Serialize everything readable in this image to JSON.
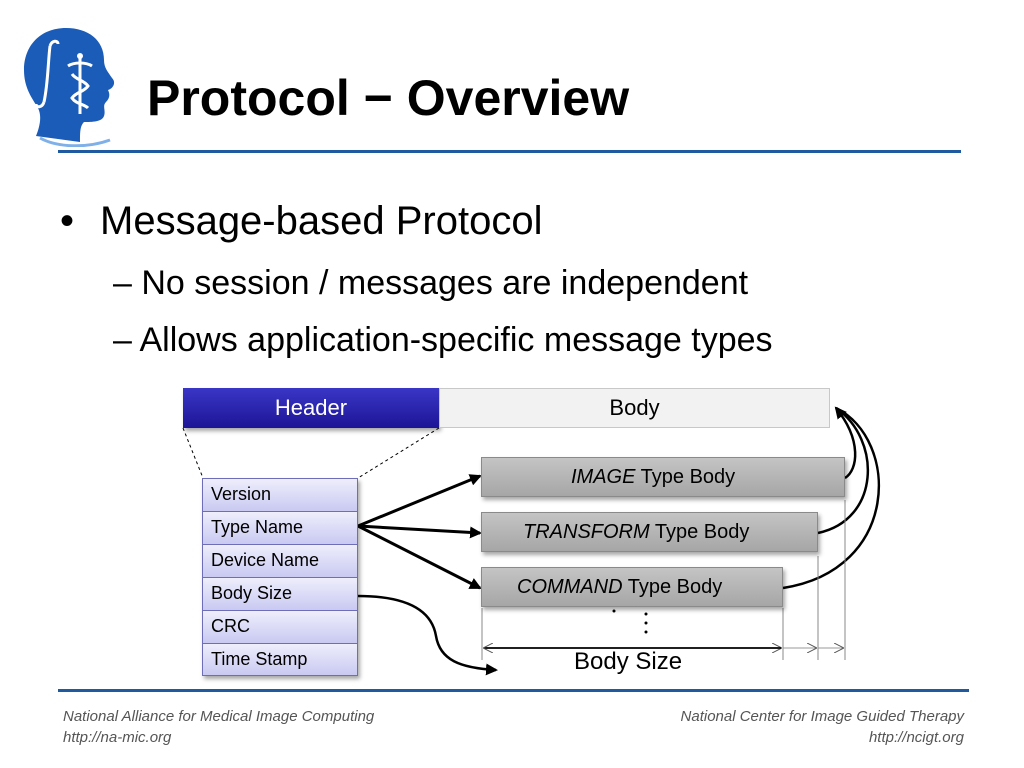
{
  "slide": {
    "title": "Protocol − Overview",
    "bullets": {
      "main": "Message-based Protocol",
      "sub1": "– No session / messages are independent",
      "sub2": "– Allows application-specific message types"
    }
  },
  "diagram": {
    "header_label": "Header",
    "body_label": "Body",
    "header_fields": [
      "Version",
      "Type Name",
      "Device Name",
      "Body Size",
      "CRC",
      "Time Stamp"
    ],
    "type_bodies": [
      {
        "name": "IMAGE",
        "suffix": " Type Body"
      },
      {
        "name": "TRANSFORM",
        "suffix": " Type Body"
      },
      {
        "name": "COMMAND",
        "suffix": " Type Body"
      }
    ],
    "body_size_label": "Body Size"
  },
  "footer": {
    "left_line1": "National Alliance for Medical Image Computing",
    "left_line2": "http://na-mic.org",
    "right_line1": "National Center for Image Guided Therapy",
    "right_line2": "http://ncigt.org"
  },
  "colors": {
    "accent_rule": "#1f5aa0",
    "logo": "#1a5cb8",
    "header_box": "#2a22b0"
  }
}
